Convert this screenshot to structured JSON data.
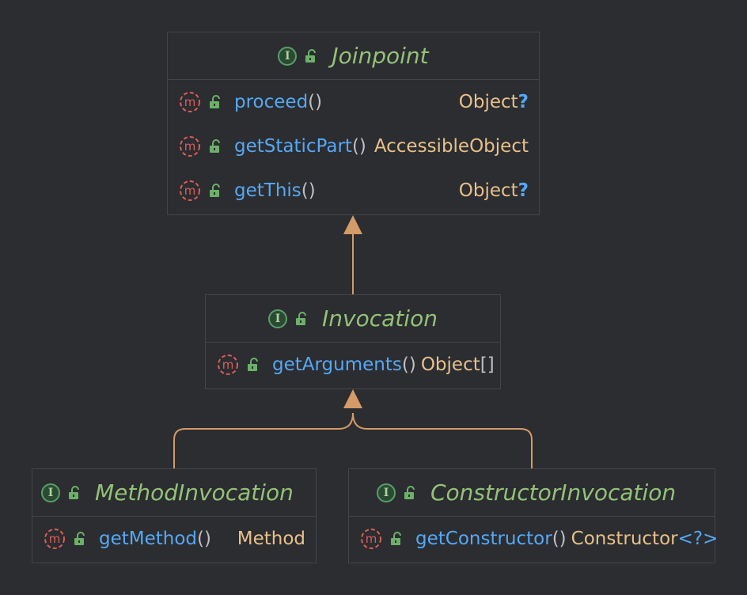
{
  "diagram": {
    "colors": {
      "background": "#2b2d30",
      "border": "#43454a",
      "class_name": "#94c178",
      "method_name": "#56a8f5",
      "return_type": "#e8c08a",
      "arrow": "#d49a67",
      "method_icon": "#db5c5c",
      "visibility_icon": "#6cb06a"
    },
    "classes": [
      {
        "name": "Joinpoint",
        "kind_icon": "interface-icon",
        "methods": [
          {
            "name": "proceed",
            "params": "()",
            "return_type": "Object",
            "suffix": "?"
          },
          {
            "name": "getStaticPart",
            "params": "()",
            "return_type": "AccessibleObject",
            "suffix": ""
          },
          {
            "name": "getThis",
            "params": "()",
            "return_type": "Object",
            "suffix": "?"
          }
        ]
      },
      {
        "name": "Invocation",
        "kind_icon": "interface-icon",
        "methods": [
          {
            "name": "getArguments",
            "params": "()",
            "return_type": "Object",
            "suffix": "[]"
          }
        ]
      },
      {
        "name": "MethodInvocation",
        "kind_icon": "interface-icon",
        "methods": [
          {
            "name": "getMethod",
            "params": "()",
            "return_type": "Method",
            "suffix": ""
          }
        ]
      },
      {
        "name": "ConstructorInvocation",
        "kind_icon": "interface-icon",
        "methods": [
          {
            "name": "getConstructor",
            "params": "()",
            "return_type": "Constructor",
            "suffix": "<?>"
          }
        ]
      }
    ],
    "relations": [
      {
        "from": "Invocation",
        "to": "Joinpoint",
        "type": "extends"
      },
      {
        "from": "MethodInvocation",
        "to": "Invocation",
        "type": "extends"
      },
      {
        "from": "ConstructorInvocation",
        "to": "Invocation",
        "type": "extends"
      }
    ]
  }
}
